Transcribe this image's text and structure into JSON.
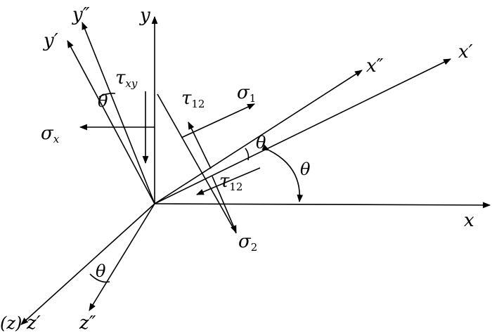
{
  "labels": {
    "x": "x",
    "y": "y",
    "x_prime": "x′",
    "y_prime": "y′",
    "x_dprime": "x″",
    "y_dprime": "y″",
    "z_paren": "(z)",
    "z_prime": "z′",
    "z_dprime": "z″",
    "theta": "θ",
    "sigma": "σ",
    "tau": "τ",
    "sub_x": "x",
    "sub_xy": "xy",
    "sub_1": "1",
    "sub_2": "2",
    "sub_12": "12"
  }
}
